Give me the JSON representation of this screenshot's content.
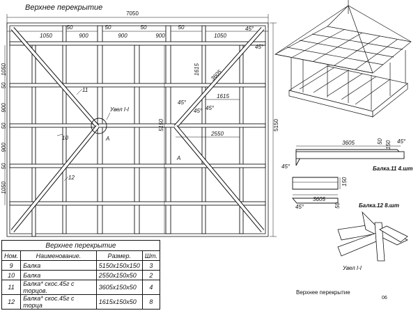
{
  "title": "Верхнее перекрытие",
  "plan": {
    "overall_width": "7050",
    "overall_height": "5150",
    "inner_height": "5150",
    "top_spacing": [
      "1050",
      "50",
      "900",
      "50",
      "900",
      "50",
      "900",
      "50",
      "1050"
    ],
    "left_spacing": [
      "1050",
      "50",
      "900",
      "50",
      "900",
      "50",
      "1050"
    ],
    "dim_1615_vertical": "1615",
    "dim_3605": "3605",
    "dim_1615": "1615",
    "dim_2550": "2550",
    "angles": [
      "45°",
      "45°",
      "45°",
      "45°",
      "45°"
    ],
    "node_label": "Увел I-I",
    "callout_11": "11",
    "callout_10": "10",
    "callout_12": "12",
    "section_a1": "A",
    "section_a2": "A"
  },
  "beam11": {
    "label": "Балка.11 4.шт",
    "dim_length": "3605",
    "dim_height": "50",
    "angle_left": "45°",
    "angle_right": "45°",
    "dim_150": "150"
  },
  "beam12": {
    "label": "Балка.12 8.шт",
    "dim_length": "3605",
    "dim_height": "50",
    "angle": "45°",
    "dim_150": "150"
  },
  "node_caption": "Увел I-I",
  "footer_caption": "Верхнее перекрытие",
  "page_number": "06",
  "table": {
    "caption": "Верхнее перекрытие",
    "headers": [
      "Ном.",
      "Наименование.",
      "Размер.",
      "Шт."
    ],
    "rows": [
      [
        "9",
        "Балка",
        "5150x150x150",
        "3"
      ],
      [
        "10",
        "Балка",
        "2550x150x50",
        "2"
      ],
      [
        "11",
        "Балка* скос.45г с торцов.",
        "3605x150x50",
        "4"
      ],
      [
        "12",
        "Балка* скос.45г с торца",
        "1615x150x50",
        "8"
      ]
    ]
  }
}
